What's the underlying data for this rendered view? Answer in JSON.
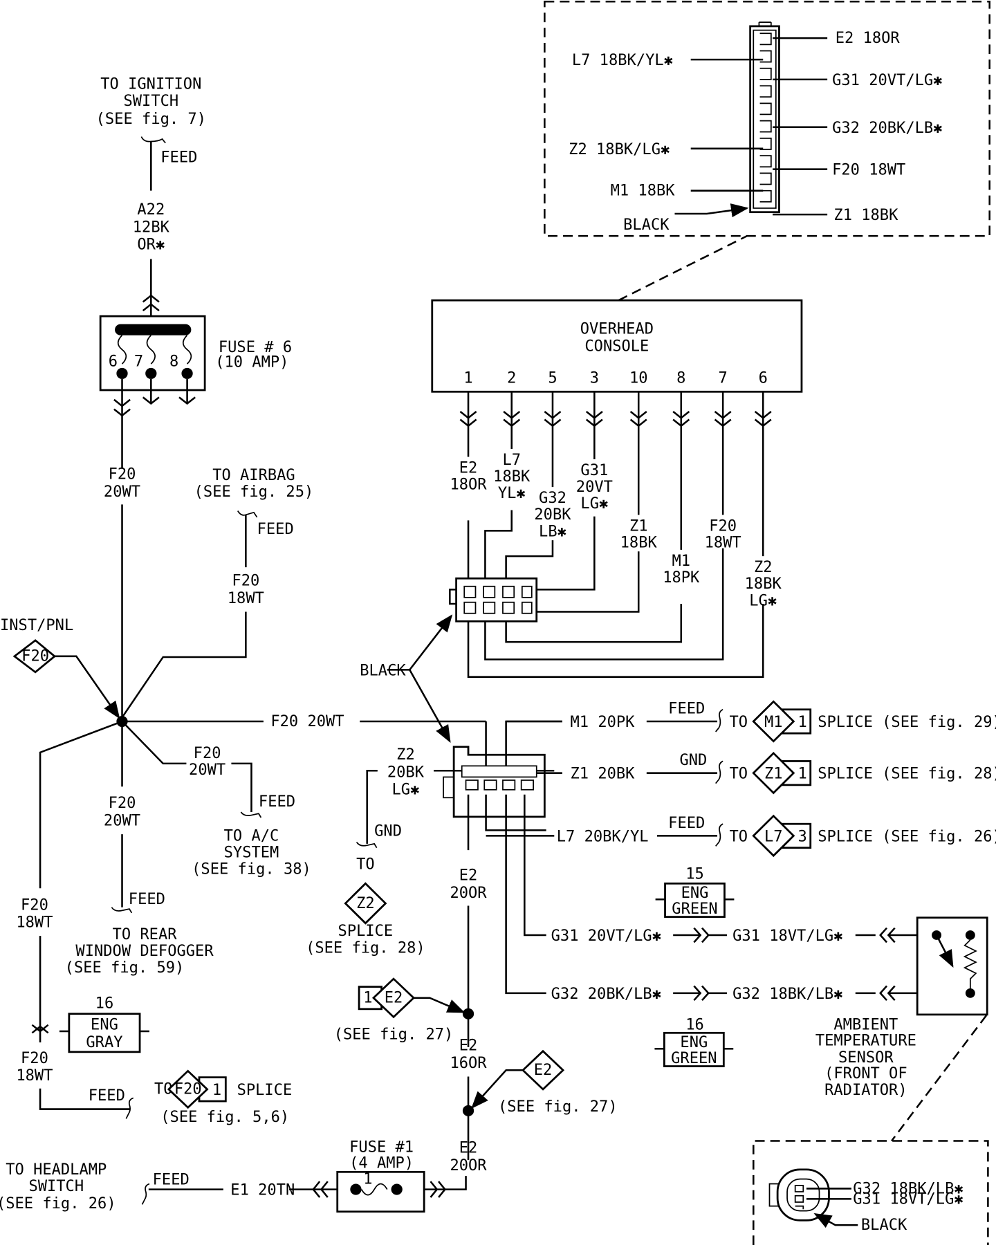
{
  "ignition": {
    "lines": [
      "TO IGNITION",
      "SWITCH",
      "(SEE fig. 7)"
    ],
    "feed": "FEED",
    "wire": [
      "A22",
      "12BK",
      "OR✱"
    ]
  },
  "fuse6": {
    "label": [
      "FUSE # 6",
      "(10 AMP)"
    ],
    "pins": [
      "6",
      "7",
      "8"
    ]
  },
  "left": {
    "f20_20wt_top": [
      "F20",
      "20WT"
    ],
    "airbag": [
      "TO AIRBAG",
      "(SEE fig. 25)"
    ],
    "airbag_feed": "FEED",
    "airbag_wire": [
      "F20",
      "18WT"
    ],
    "inst_pnl": "INST/PNL",
    "inst_pnl_splice": "F20",
    "f20_20wt_right": "F20  20WT",
    "ac_wire": [
      "F20",
      "20WT"
    ],
    "ac_feed": "FEED",
    "ac_target": [
      "TO A/C",
      "SYSTEM",
      "(SEE fig. 38)"
    ],
    "down_wire": [
      "F20",
      "20WT"
    ],
    "defog_feed": "FEED",
    "defog_target": [
      "TO REAR",
      "WINDOW DEFOGGER",
      "(SEE fig. 59)"
    ],
    "far_left_wire": [
      "F20",
      "18WT"
    ],
    "connector16": {
      "number": "16",
      "lines": [
        "ENG",
        "GRAY"
      ]
    },
    "bottom_wire": [
      "F20",
      "18WT"
    ],
    "bottom_feed": "FEED",
    "splice_to": "TO",
    "splice_id": "F20",
    "splice_num": "1",
    "splice_label": "SPLICE",
    "splice_ref": "(SEE fig. 5,6)"
  },
  "headlamp": {
    "target": [
      "TO HEADLAMP",
      "SWITCH",
      "(SEE fig. 26)"
    ],
    "feed": "FEED",
    "wire": "E1  20TN"
  },
  "fuse1": {
    "label": [
      "FUSE #1",
      "(4 AMP)"
    ],
    "pin": "1"
  },
  "inset_top": {
    "left_labels": [
      "L7  18BK/YL✱",
      "Z2  18BK/LG✱",
      "M1  18BK"
    ],
    "right_labels": [
      "E2  18OR",
      "G31  20VT/LG✱",
      "G32  20BK/LB✱",
      "F20  18WT",
      "Z1  18BK"
    ],
    "black": "BLACK"
  },
  "console": {
    "title": [
      "OVERHEAD",
      "CONSOLE"
    ],
    "pins": [
      "1",
      "2",
      "5",
      "3",
      "10",
      "8",
      "7",
      "6"
    ],
    "wires": [
      [
        "E2",
        "18OR"
      ],
      [
        "L7",
        "18BK",
        "YL✱"
      ],
      [
        "G32",
        "20BK",
        "LB✱"
      ],
      [
        "G31",
        "20VT",
        "LG✱"
      ],
      [
        "Z1",
        "18BK"
      ],
      [
        "M1",
        "18PK"
      ],
      [
        "F20",
        "18WT"
      ],
      [
        "Z2",
        "18BK",
        "LG✱"
      ]
    ]
  },
  "center": {
    "black": "BLACK",
    "z2_wire": [
      "Z2",
      "20BK",
      "LG✱"
    ],
    "z2_gnd": "GND",
    "z2_to": "TO",
    "z2_splice_id": "Z2",
    "z2_splice": [
      "SPLICE",
      "(SEE fig. 28)"
    ],
    "e2_200r_a": [
      "E2",
      "20OR"
    ],
    "e2_splice_left_num": "1",
    "e2_splice_left_id": "E2",
    "e2_splice_left_ref": "(SEE fig. 27)",
    "e2_16or": [
      "E2",
      "16OR"
    ],
    "e2_splice_right_id": "E2",
    "e2_splice_right_ref": "(SEE fig. 27)",
    "e2_200r_b": [
      "E2",
      "20OR"
    ]
  },
  "right": {
    "rows": [
      {
        "wire": "M1  20PK",
        "type": "FEED",
        "to": "TO",
        "id": "M1",
        "num": "1",
        "splice": "SPLICE",
        "ref": "(SEE fig. 29)"
      },
      {
        "wire": "Z1  20BK",
        "type": "GND",
        "to": "TO",
        "id": "Z1",
        "num": "1",
        "splice": "SPLICE",
        "ref": "(SEE fig. 28)"
      },
      {
        "wire": "L7  20BK/YL",
        "type": "FEED",
        "to": "TO",
        "id": "L7",
        "num": "3",
        "splice": "SPLICE",
        "ref": "(SEE fig. 26)"
      }
    ],
    "connector15": {
      "number": "15",
      "lines": [
        "ENG",
        "GREEN"
      ]
    },
    "g31_a": "G31  20VT/LG✱",
    "g31_b": "G31  18VT/LG✱",
    "g32_a": "G32  20BK/LB✱",
    "g32_b": "G32  18BK/LB✱",
    "connector16": {
      "number": "16",
      "lines": [
        "ENG",
        "GREEN"
      ]
    },
    "sensor": [
      "AMBIENT",
      "TEMPERATURE",
      "SENSOR",
      "(FRONT OF",
      "RADIATOR)"
    ]
  },
  "inset_bottom": {
    "labels": [
      "G32  18BK/LB✱",
      "G31  18VT/LG✱"
    ],
    "black": "BLACK"
  }
}
